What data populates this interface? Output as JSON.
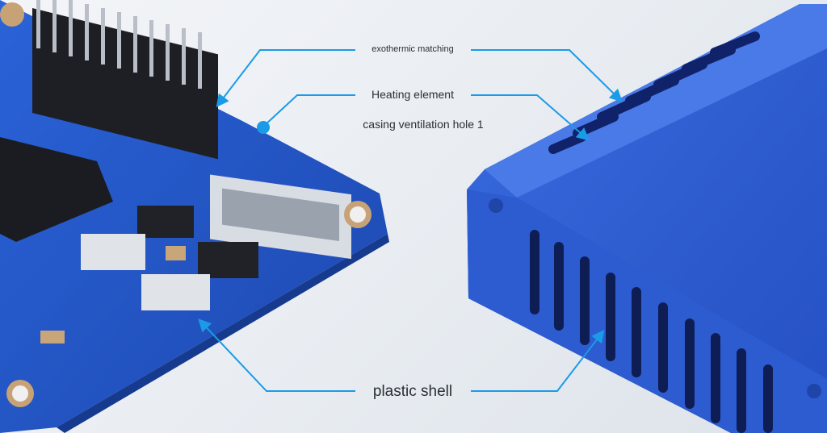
{
  "labels": {
    "exothermic": "exothermic matching",
    "heating": "Heating element",
    "ventilation": "casing ventilation hole 1",
    "shell": "plastic shell"
  },
  "colors": {
    "pcb": "#2457c9",
    "casing": "#2f5fd6",
    "callout": "#1a9be8",
    "background": "#eef1f5"
  }
}
